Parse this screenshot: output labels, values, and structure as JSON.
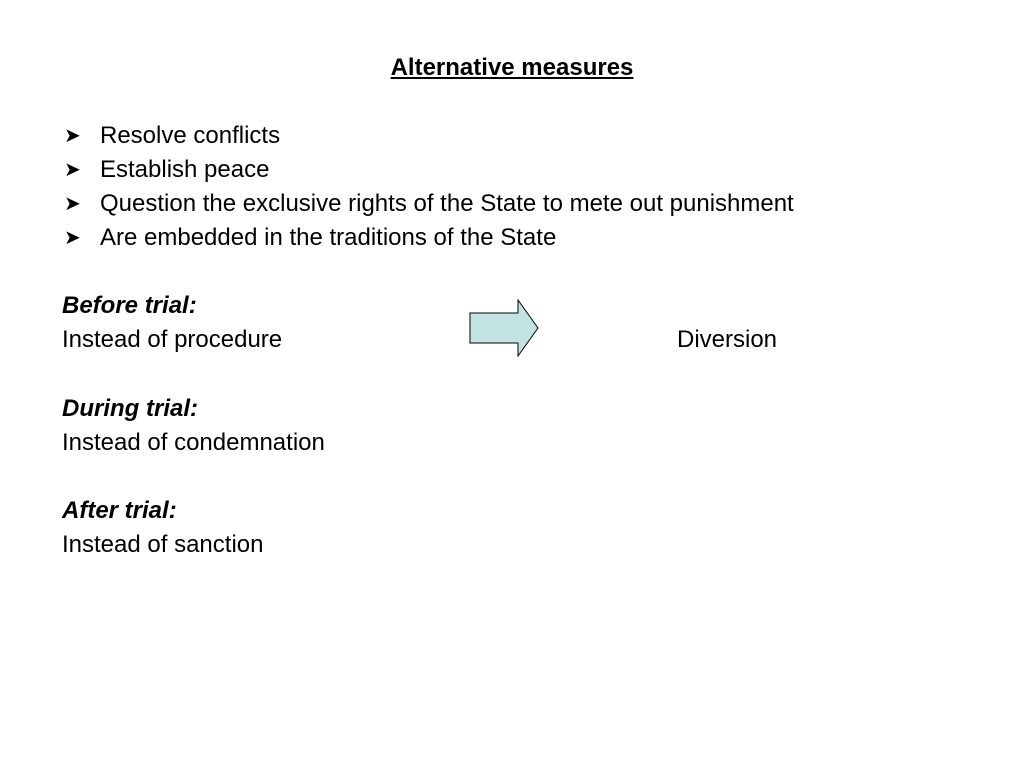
{
  "slide": {
    "title": "Alternative measures",
    "bullet_icon": "arrowhead-bullet-icon",
    "bullets": [
      "Resolve conflicts",
      "Establish peace",
      "Question the exclusive rights of the State to mete out punishment",
      "Are embedded in the traditions of the State"
    ],
    "before_trial": {
      "heading": "Before trial:",
      "text": "Instead of procedure",
      "arrow_icon": "right-arrow-icon",
      "arrow_fill": "#c3e3e3",
      "result": "Diversion"
    },
    "during_trial": {
      "heading": "During trial:",
      "text": "Instead of condemnation"
    },
    "after_trial": {
      "heading": "After trial:",
      "text": "Instead of sanction"
    }
  }
}
